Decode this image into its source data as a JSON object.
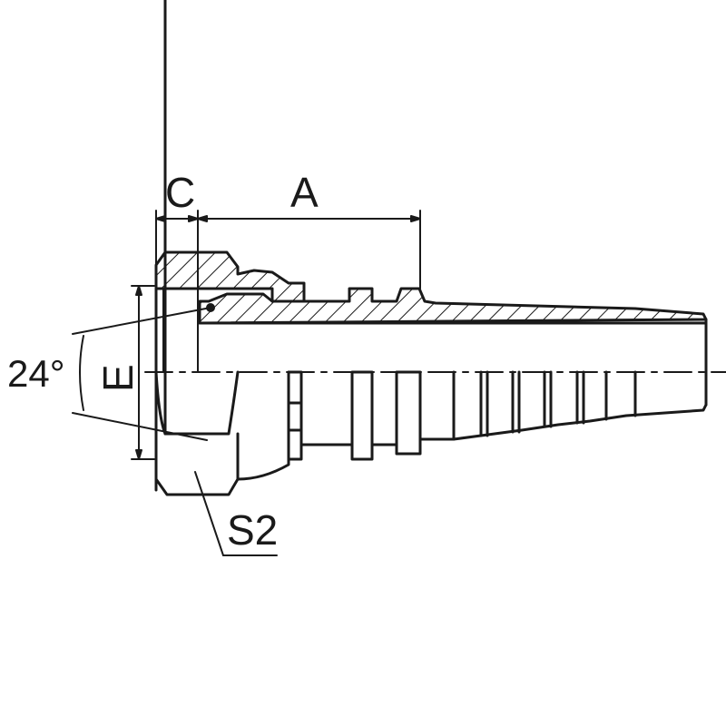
{
  "drawing": {
    "subject": "Hose fitting (female 24° cone with hex nut, hose barb tail)",
    "labels": {
      "dim_c": "C",
      "dim_a": "A",
      "angle": "24°",
      "dim_e": "E",
      "hex": "S2"
    },
    "colors": {
      "line": "#1a1a1a",
      "background": "#ffffff"
    }
  }
}
